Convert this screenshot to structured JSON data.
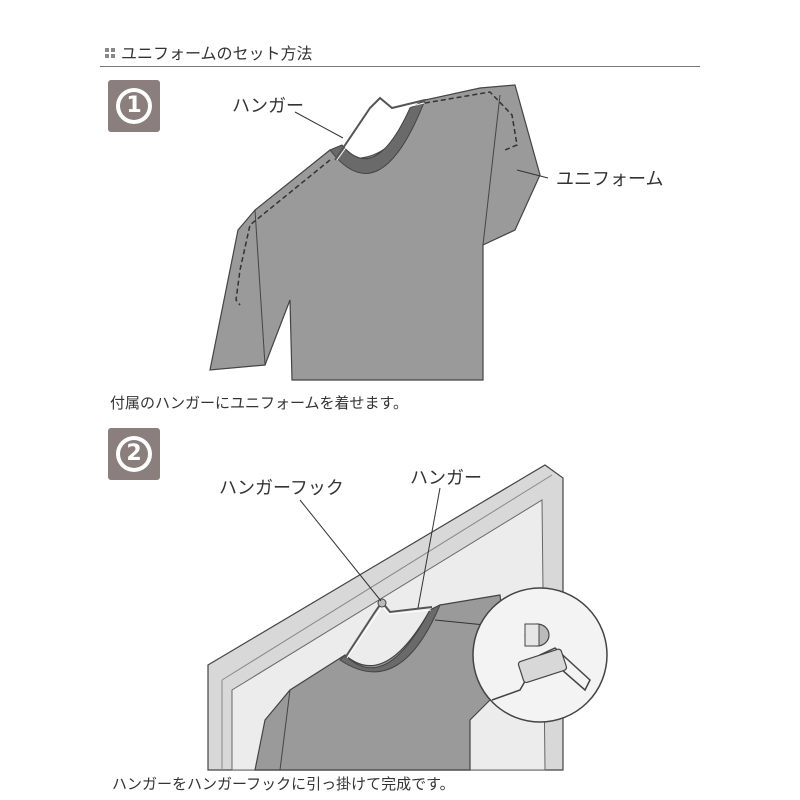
{
  "title": "ユニフォームのセット方法",
  "steps": [
    {
      "number": "1",
      "labels": {
        "hanger": "ハンガー",
        "uniform": "ユニフォーム"
      },
      "caption": "付属のハンガーにユニフォームを着せます。"
    },
    {
      "number": "2",
      "labels": {
        "hook": "ハンガーフック",
        "hanger": "ハンガー"
      },
      "caption": "ハンガーをハンガーフックに引っ掛けて完成です。"
    }
  ],
  "colors": {
    "step_badge": "#8a7f7c",
    "shirt": "#9a9a9a",
    "collar": "#6a6a6a",
    "frame": "#d8d8d8",
    "board": "#ededed"
  }
}
